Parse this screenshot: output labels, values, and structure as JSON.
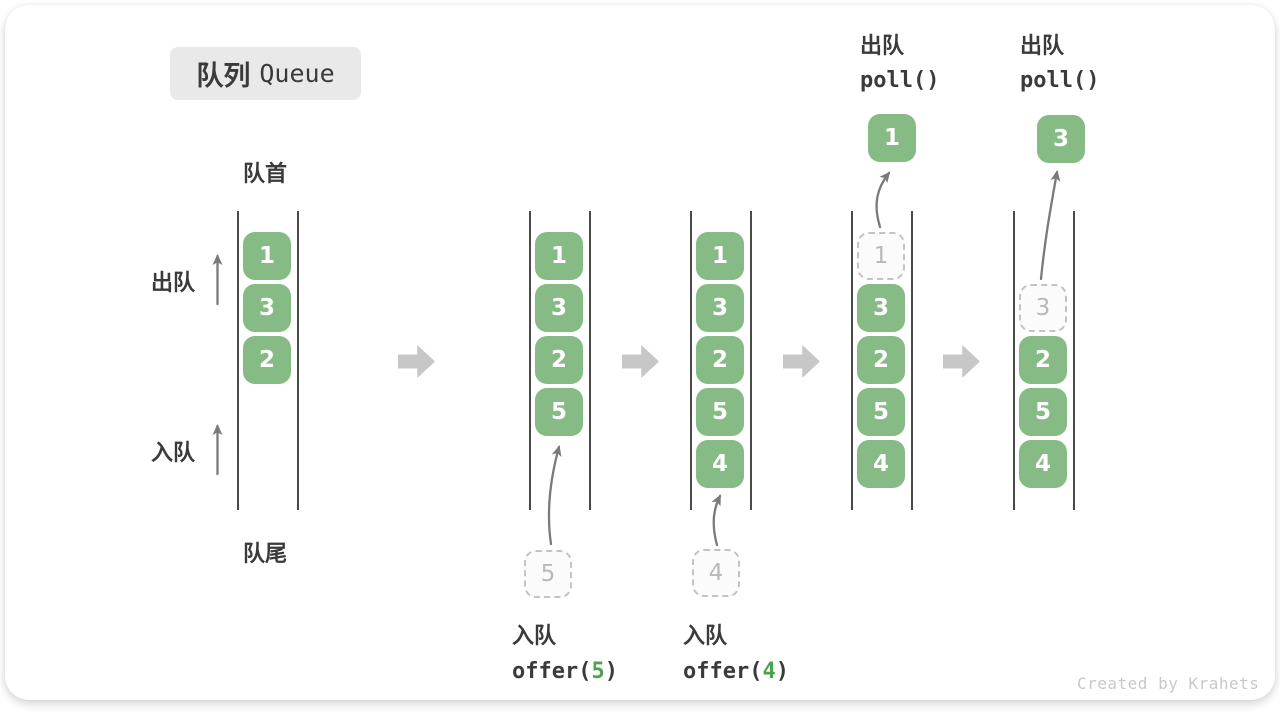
{
  "title": {
    "zh": "队列",
    "en": "Queue"
  },
  "side_labels": {
    "front": "队首",
    "rear": "队尾",
    "dequeue": "出队",
    "enqueue": "入队"
  },
  "polls": [
    {
      "label": "出队",
      "code": "poll()",
      "value": "1"
    },
    {
      "label": "出队",
      "code": "poll()",
      "value": "3"
    }
  ],
  "offers": [
    {
      "label": "入队",
      "fn": "offer(",
      "arg": "5",
      "close": ")",
      "ghost": "5"
    },
    {
      "label": "入队",
      "fn": "offer(",
      "arg": "4",
      "close": ")",
      "ghost": "4"
    }
  ],
  "queues": [
    {
      "slots": [
        {
          "v": "1",
          "slot": 0
        },
        {
          "v": "3",
          "slot": 1
        },
        {
          "v": "2",
          "slot": 2
        }
      ]
    },
    {
      "slots": [
        {
          "v": "1",
          "slot": 0
        },
        {
          "v": "3",
          "slot": 1
        },
        {
          "v": "2",
          "slot": 2
        },
        {
          "v": "5",
          "slot": 3
        }
      ]
    },
    {
      "slots": [
        {
          "v": "1",
          "slot": 0
        },
        {
          "v": "3",
          "slot": 1
        },
        {
          "v": "2",
          "slot": 2
        },
        {
          "v": "5",
          "slot": 3
        },
        {
          "v": "4",
          "slot": 4
        }
      ]
    },
    {
      "slots": [
        {
          "v": "1",
          "slot": 0,
          "ghost": true
        },
        {
          "v": "3",
          "slot": 1
        },
        {
          "v": "2",
          "slot": 2
        },
        {
          "v": "5",
          "slot": 3
        },
        {
          "v": "4",
          "slot": 4
        }
      ]
    },
    {
      "slots": [
        {
          "v": "3",
          "slot": 1,
          "ghost": true
        },
        {
          "v": "2",
          "slot": 2
        },
        {
          "v": "5",
          "slot": 3
        },
        {
          "v": "4",
          "slot": 4
        }
      ]
    }
  ],
  "credit": "Created by Krahets",
  "colors": {
    "box_green": "#86bb86",
    "code_arg_green": "#4ea24e",
    "wall_dark": "#4a4a4a",
    "step_arrow_gray": "#c7c7c7",
    "thin_arrow_gray": "#7a7a7a",
    "ghost_gray": "#c3c3c3",
    "chip_gray": "#e9e9e9",
    "credit_gray": "#c8c8c8"
  }
}
